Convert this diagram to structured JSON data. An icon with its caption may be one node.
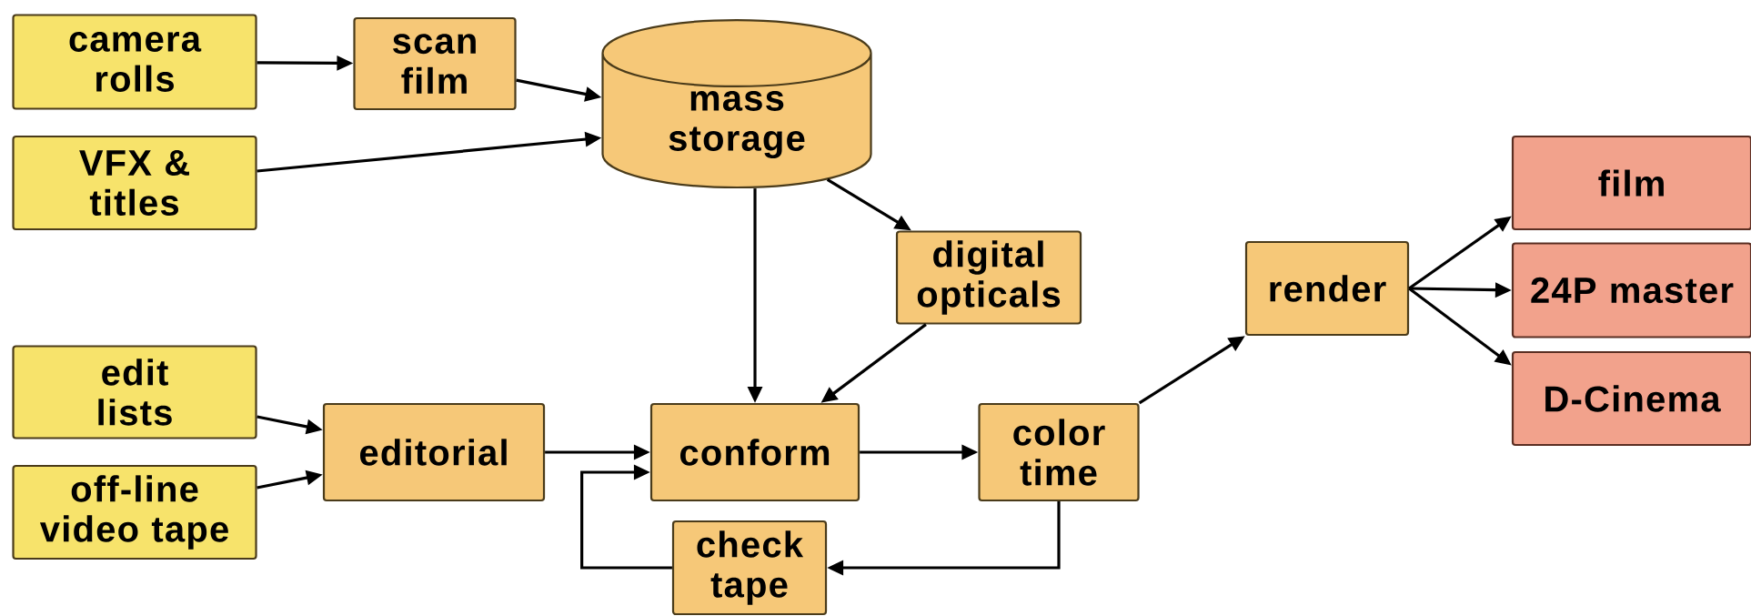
{
  "diagram": {
    "nodes": [
      {
        "text": [
          "camera rolls"
        ]
      },
      {
        "text": [
          "scan film"
        ]
      },
      {
        "text": [
          "mass storage"
        ]
      },
      {
        "text": [
          "VFX & titles"
        ]
      },
      {
        "text": [
          "digital opticals"
        ]
      },
      {
        "text": [
          "render"
        ]
      },
      {
        "text": [
          "film"
        ]
      },
      {
        "text": [
          "24P master"
        ]
      },
      {
        "text": [
          "D-Cinema"
        ]
      },
      {
        "text": [
          "edit lists"
        ]
      },
      {
        "text": [
          "editorial"
        ]
      },
      {
        "text": [
          "conform"
        ]
      },
      {
        "text": [
          "color time"
        ]
      },
      {
        "text": [
          "off-line video tape"
        ]
      },
      {
        "text": [
          "check tape"
        ]
      }
    ],
    "edges": [
      {
        "from": 0,
        "to": 1,
        "arrow": "to"
      },
      {
        "from": 1,
        "to": 2,
        "arrow": "to"
      },
      {
        "from": 3,
        "to": 2,
        "arrow": "to"
      },
      {
        "from": 2,
        "to": 11,
        "arrow": "to"
      },
      {
        "from": 2,
        "to": 4,
        "arrow": "to"
      },
      {
        "from": 4,
        "to": 11,
        "arrow": "to"
      },
      {
        "from": 9,
        "to": 10,
        "arrow": "to"
      },
      {
        "from": 13,
        "to": 10,
        "arrow": "to"
      },
      {
        "from": 10,
        "to": 11,
        "arrow": "to"
      },
      {
        "from": 11,
        "to": 12,
        "arrow": "to"
      },
      {
        "from": 12,
        "to": 5,
        "arrow": "to"
      },
      {
        "from": 5,
        "to": 6,
        "arrow": "to"
      },
      {
        "from": 5,
        "to": 7,
        "arrow": "to"
      },
      {
        "from": 5,
        "to": 8,
        "arrow": "to"
      },
      {
        "from": 12,
        "to": 14,
        "arrow": "to"
      },
      {
        "from": 14,
        "to": 11,
        "arrow": "to"
      }
    ]
  }
}
